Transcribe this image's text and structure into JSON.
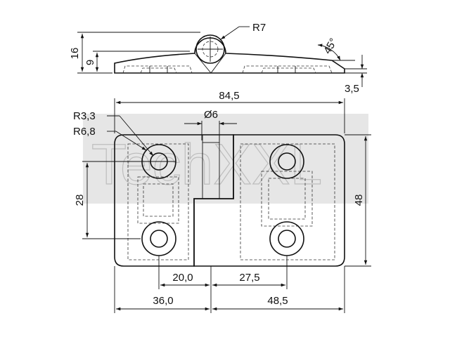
{
  "drawing": {
    "watermark": "TechXXL",
    "dimensions": {
      "radius_top": "R7",
      "height_16": "16",
      "height_9": "9",
      "angle": "45°",
      "thickness": "3,5",
      "width_total": "84,5",
      "pin_diameter": "Ø6",
      "hole_radius": "R3,3",
      "boss_radius": "R6,8",
      "hole_spacing_v": "28",
      "height_total": "48",
      "left_hole_offset": "20,0",
      "right_hole_offset": "27,5",
      "left_leaf_width": "36,0",
      "right_leaf_width": "48,5"
    }
  }
}
